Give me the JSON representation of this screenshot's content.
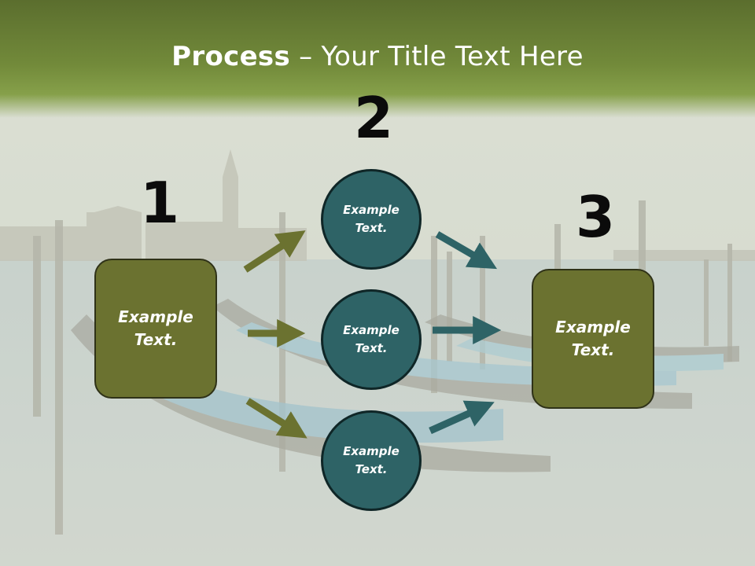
{
  "title": {
    "strong": "Process",
    "rest": " – Your Title Text Here"
  },
  "steps": {
    "one": "1",
    "two": "2",
    "three": "3"
  },
  "left_box": {
    "text": "Example\nText."
  },
  "circles": [
    {
      "text": "Example\nText."
    },
    {
      "text": "Example\nText."
    },
    {
      "text": "Example\nText."
    }
  ],
  "right_box": {
    "text": "Example\nText."
  },
  "colors": {
    "title_band": "#728a3a",
    "box_fill": "#6b7230",
    "circle_fill": "#2e6366",
    "green_arrow": "#6b7230",
    "teal_arrow": "#2e6366"
  }
}
